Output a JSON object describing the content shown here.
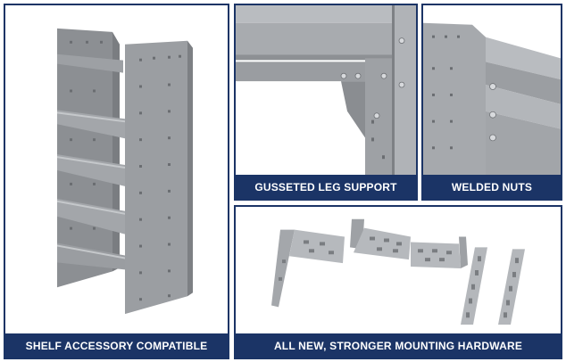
{
  "panels": {
    "shelf": {
      "caption": "SHELF ACCESSORY COMPATIBLE"
    },
    "gusset": {
      "caption": "GUSSETED LEG SUPPORT"
    },
    "nuts": {
      "caption": "WELDED NUTS"
    },
    "hardware": {
      "caption": "ALL NEW, STRONGER MOUNTING HARDWARE"
    }
  },
  "colors": {
    "navy": "#1b3466",
    "steel": "#8f9296",
    "steel_light": "#b4b7bb",
    "steel_dark": "#6c6f73"
  }
}
